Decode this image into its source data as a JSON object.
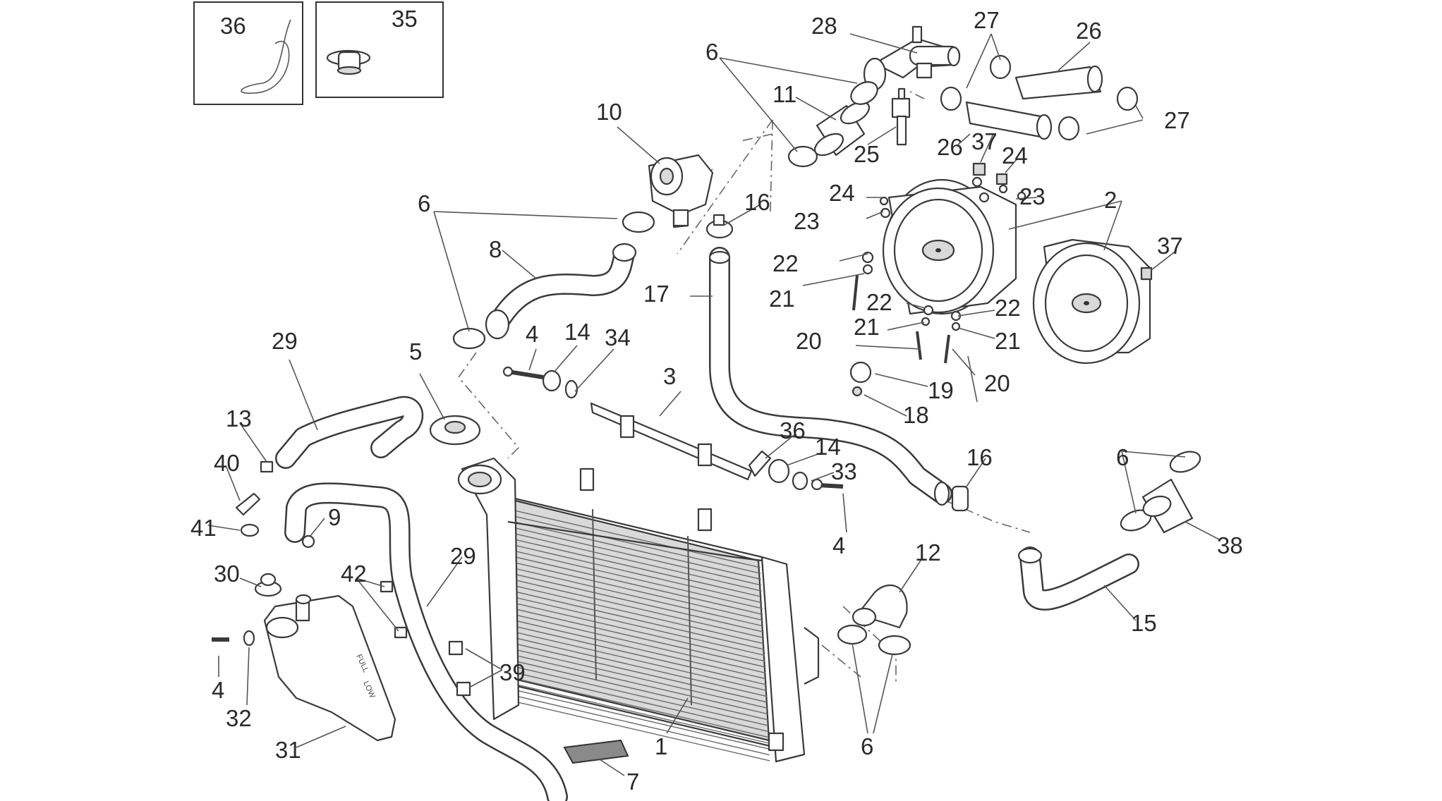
{
  "diagram": {
    "labels": [
      {
        "id": "l36a",
        "text": "36"
      },
      {
        "id": "l35",
        "text": "35"
      },
      {
        "id": "l28",
        "text": "28"
      },
      {
        "id": "l27a",
        "text": "27"
      },
      {
        "id": "l26a",
        "text": "26"
      },
      {
        "id": "l6a",
        "text": "6"
      },
      {
        "id": "l11",
        "text": "11"
      },
      {
        "id": "l10",
        "text": "10"
      },
      {
        "id": "l25",
        "text": "25"
      },
      {
        "id": "l26b",
        "text": "26"
      },
      {
        "id": "l37a",
        "text": "37"
      },
      {
        "id": "l24a",
        "text": "24"
      },
      {
        "id": "l27b",
        "text": "27"
      },
      {
        "id": "l24b",
        "text": "24"
      },
      {
        "id": "l23a",
        "text": "23"
      },
      {
        "id": "l23b",
        "text": "23"
      },
      {
        "id": "l2",
        "text": "2"
      },
      {
        "id": "l6b",
        "text": "6"
      },
      {
        "id": "l16a",
        "text": "16"
      },
      {
        "id": "l8",
        "text": "8"
      },
      {
        "id": "l22a",
        "text": "22"
      },
      {
        "id": "l37b",
        "text": "37"
      },
      {
        "id": "l17",
        "text": "17"
      },
      {
        "id": "l21a",
        "text": "21"
      },
      {
        "id": "l22b",
        "text": "22"
      },
      {
        "id": "l22c",
        "text": "22"
      },
      {
        "id": "l21b",
        "text": "21"
      },
      {
        "id": "l20a",
        "text": "20"
      },
      {
        "id": "l21c",
        "text": "21"
      },
      {
        "id": "l29a",
        "text": "29"
      },
      {
        "id": "l4a",
        "text": "4"
      },
      {
        "id": "l14a",
        "text": "14"
      },
      {
        "id": "l34",
        "text": "34"
      },
      {
        "id": "l5",
        "text": "5"
      },
      {
        "id": "l3",
        "text": "3"
      },
      {
        "id": "l19",
        "text": "19"
      },
      {
        "id": "l20b",
        "text": "20"
      },
      {
        "id": "l18",
        "text": "18"
      },
      {
        "id": "l13",
        "text": "13"
      },
      {
        "id": "l36b",
        "text": "36"
      },
      {
        "id": "l14b",
        "text": "14"
      },
      {
        "id": "l16b",
        "text": "16"
      },
      {
        "id": "l40",
        "text": "40"
      },
      {
        "id": "l33",
        "text": "33"
      },
      {
        "id": "l6c",
        "text": "6"
      },
      {
        "id": "l9",
        "text": "9"
      },
      {
        "id": "l41",
        "text": "41"
      },
      {
        "id": "l4b",
        "text": "4"
      },
      {
        "id": "l38",
        "text": "38"
      },
      {
        "id": "l29b",
        "text": "29"
      },
      {
        "id": "l12",
        "text": "12"
      },
      {
        "id": "l30",
        "text": "30"
      },
      {
        "id": "l42",
        "text": "42"
      },
      {
        "id": "l15",
        "text": "15"
      },
      {
        "id": "l39",
        "text": "39"
      },
      {
        "id": "l4c",
        "text": "4"
      },
      {
        "id": "l32",
        "text": "32"
      },
      {
        "id": "l1",
        "text": "1"
      },
      {
        "id": "l6d",
        "text": "6"
      },
      {
        "id": "l31",
        "text": "31"
      },
      {
        "id": "l7",
        "text": "7"
      }
    ],
    "tank_marks": {
      "full": "FULL",
      "low": "LOW"
    }
  }
}
